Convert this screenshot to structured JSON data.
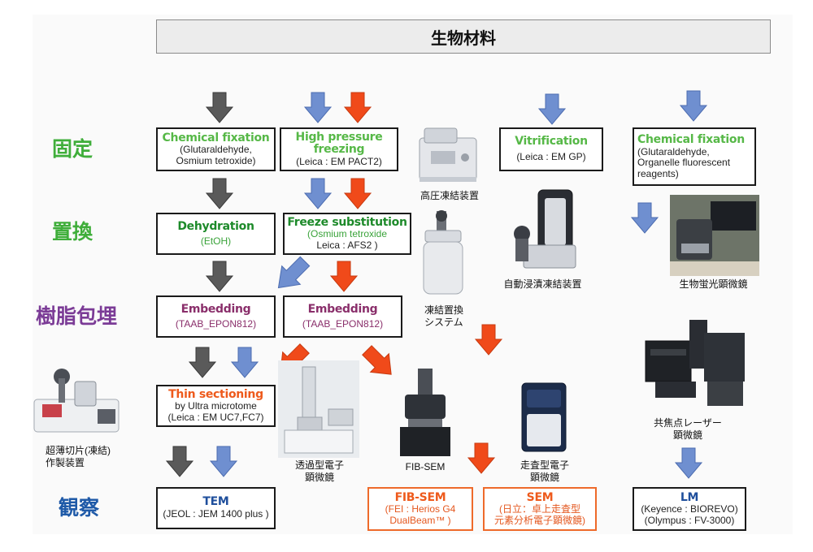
{
  "header": {
    "title": "生物材料"
  },
  "stages": {
    "fixation": "固定",
    "substitution": "置換",
    "embedding": "樹脂包埋",
    "observation": "観察"
  },
  "boxes": {
    "chem_fix_1": {
      "title": "Chemical fixation",
      "line1": "(Glutaraldehyde,",
      "line2": "Osmium tetroxide)"
    },
    "hpf": {
      "title_line1": "High pressure",
      "title_line2": "freezing",
      "line1": "(Leica : EM PACT2)"
    },
    "vitrification": {
      "title": "Vitrification",
      "line1": "(Leica : EM GP)"
    },
    "chem_fix_2": {
      "title": "Chemical fixation",
      "line1": "(Glutaraldehyde,",
      "line2": "Organelle fluorescent",
      "line3": "reagents)"
    },
    "dehydration": {
      "title": "Dehydration",
      "line1": "(EtOH)"
    },
    "freeze_sub": {
      "title": "Freeze substitution",
      "line1": "(Osmium tetroxide",
      "line2": "Leica : AFS2 )"
    },
    "embed_1": {
      "title": "Embedding",
      "line1": "(TAAB_EPON812)"
    },
    "embed_2": {
      "title": "Embedding",
      "line1": "(TAAB_EPON812)"
    },
    "thin_section": {
      "title": "Thin sectioning",
      "line1": "by Ultra microtome",
      "line2": "(Leica : EM UC7,FC7)"
    },
    "tem": {
      "title": "TEM",
      "line1": "(JEOL : JEM 1400 plus )"
    },
    "fib_sem": {
      "title": "FIB-SEM",
      "line1": "(FEI : Herios G4",
      "line2": "DualBeam™ )"
    },
    "sem": {
      "title": "SEM",
      "line1": "(日立：卓上走査型",
      "line2": "元素分析電子顕微鏡)"
    },
    "lm": {
      "title": "LM",
      "line1": "(Keyence : BIOREVO)",
      "line2": "(Olympus : FV-3000)"
    }
  },
  "captions": {
    "hpf_device": "高圧凍結装置",
    "immersion_device": "自動浸漬凍結装置",
    "fluor_microscope": "生物蛍光顕微鏡",
    "fs_system_line1": "凍結置換",
    "fs_system_line2": "システム",
    "microtome_line1": "超薄切片(凍結)",
    "microtome_line2": "作製装置",
    "tem_line1": "透過型電子",
    "tem_line2": "顕微鏡",
    "fibsem": "FIB-SEM",
    "sem_line1": "走査型電子",
    "sem_line2": "顕微鏡",
    "confocal_line1": "共焦点レーザー",
    "confocal_line2": "顕微鏡"
  },
  "colors": {
    "arrow_gray": "#5a5a5a",
    "arrow_blue": "#6f8fd0",
    "arrow_red": "#f04a1a",
    "stage_green": "#3fae3a",
    "stage_purple": "#7b3b96",
    "stage_blue": "#1f5aa8"
  },
  "icons": [
    "down-arrow",
    "diagonal-arrow",
    "microscope",
    "cryo-device"
  ]
}
